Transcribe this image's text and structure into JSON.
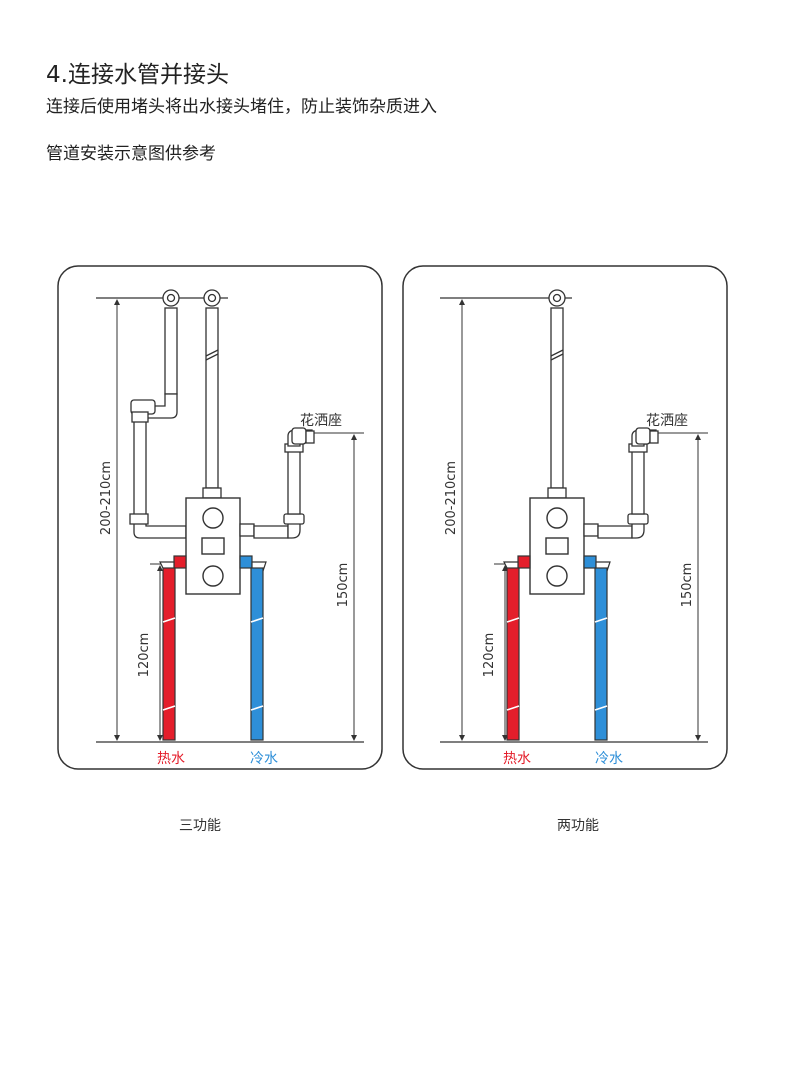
{
  "header": {
    "title": "4.连接水管并接头",
    "subtitle": "连接后使用堵头将出水接头堵住，防止装饰杂质进入",
    "reference": "管道安装示意图供参考"
  },
  "colors": {
    "hot": "#e41e2b",
    "cold": "#2e8fd8",
    "line": "#333333"
  },
  "panels": [
    {
      "caption": "三功能",
      "shower_label": "花洒座",
      "total_height": "200-210cm",
      "shower_height": "150cm",
      "inlet_height": "120cm",
      "hot_label": "热水",
      "cold_label": "冷水"
    },
    {
      "caption": "两功能",
      "shower_label": "花洒座",
      "total_height": "200-210cm",
      "shower_height": "150cm",
      "inlet_height": "120cm",
      "hot_label": "热水",
      "cold_label": "冷水"
    }
  ]
}
